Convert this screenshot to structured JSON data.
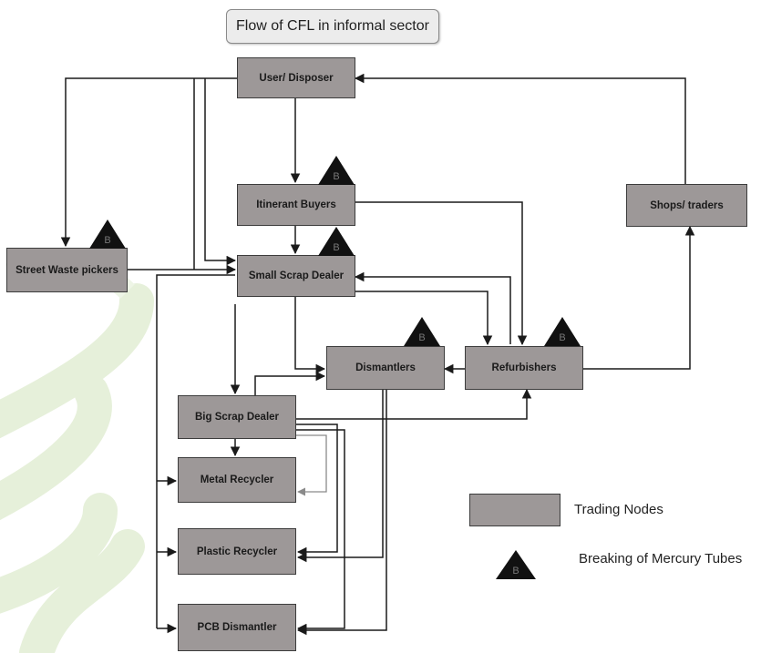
{
  "title": "Flow of CFL in informal sector",
  "nodes": {
    "user_disposer": "User/ Disposer",
    "itinerant_buyers": "Itinerant Buyers",
    "shops_traders": "Shops/ traders",
    "street_waste_pickers": "Street Waste pickers",
    "small_scrap_dealer": "Small Scrap Dealer",
    "dismantlers": "Dismantlers",
    "refurbishers": "Refurbishers",
    "big_scrap_dealer": "Big Scrap Dealer",
    "metal_recycler": "Metal Recycler",
    "plastic_recycler": "Plastic Recycler",
    "pcb_dismantler": "PCB Dismantler"
  },
  "breaking_marker": "B",
  "legend": {
    "trading_nodes": "Trading Nodes",
    "breaking": "Breaking of Mercury Tubes"
  },
  "colors": {
    "node_fill": "#9d9898",
    "node_border": "#3c3c3c",
    "arrow": "#1a1a1a",
    "arrow_light": "#8a8a8a",
    "triangle": "#111111",
    "background_art": "#e3efd6"
  }
}
